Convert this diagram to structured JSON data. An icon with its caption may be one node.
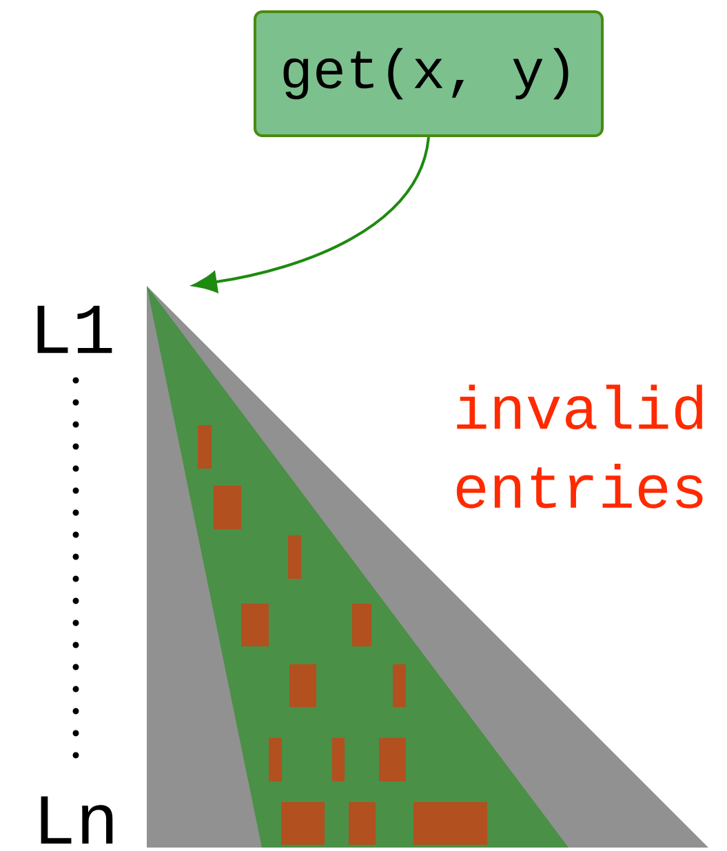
{
  "diagram": {
    "nodes": [
      {
        "text": [
          "get(x, y)"
        ]
      },
      {
        "text": [],
        "shape": "triangle"
      }
    ],
    "edges": [
      {
        "from": 0,
        "to": 1,
        "arrow": "to",
        "color": "#1e8a10"
      }
    ],
    "labels": [
      "L1",
      "Ln",
      "invalid entries"
    ]
  }
}
